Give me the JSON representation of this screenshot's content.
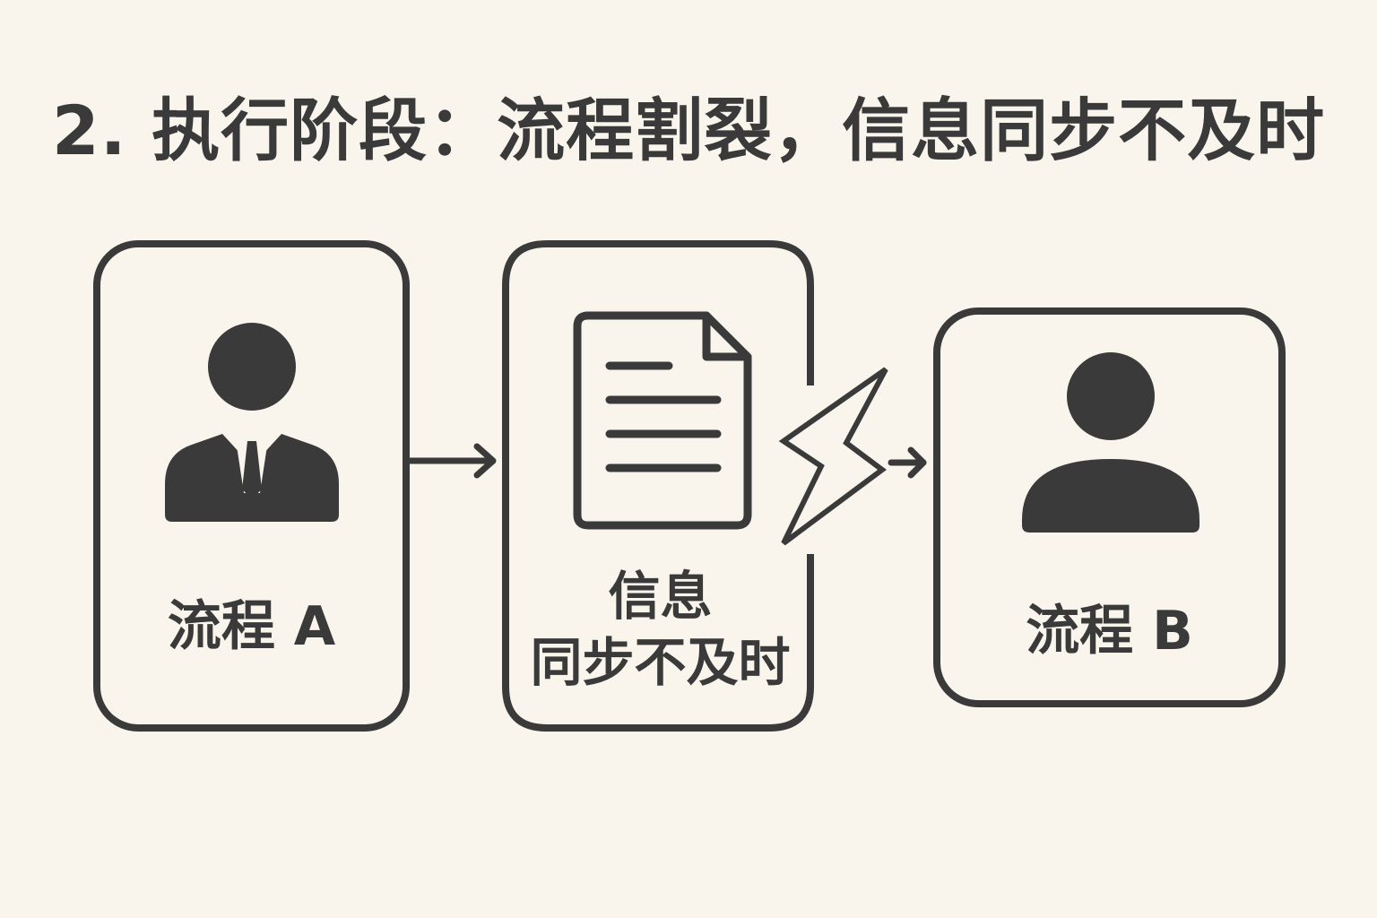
{
  "title": "2. 执行阶段：流程割裂，信息同步不及时",
  "nodes": {
    "process_a": {
      "label": "流程 A",
      "icon": "businessman-icon"
    },
    "info": {
      "line1": "信息",
      "line2": "同步不及时",
      "icon": "document-icon"
    },
    "process_b": {
      "label": "流程 B",
      "icon": "person-icon"
    }
  },
  "connectors": {
    "a_to_info": "arrow",
    "info_to_b": "broken-arrow-lightning"
  },
  "colors": {
    "background": "#f9f5ed",
    "ink": "#3a3a3a"
  }
}
